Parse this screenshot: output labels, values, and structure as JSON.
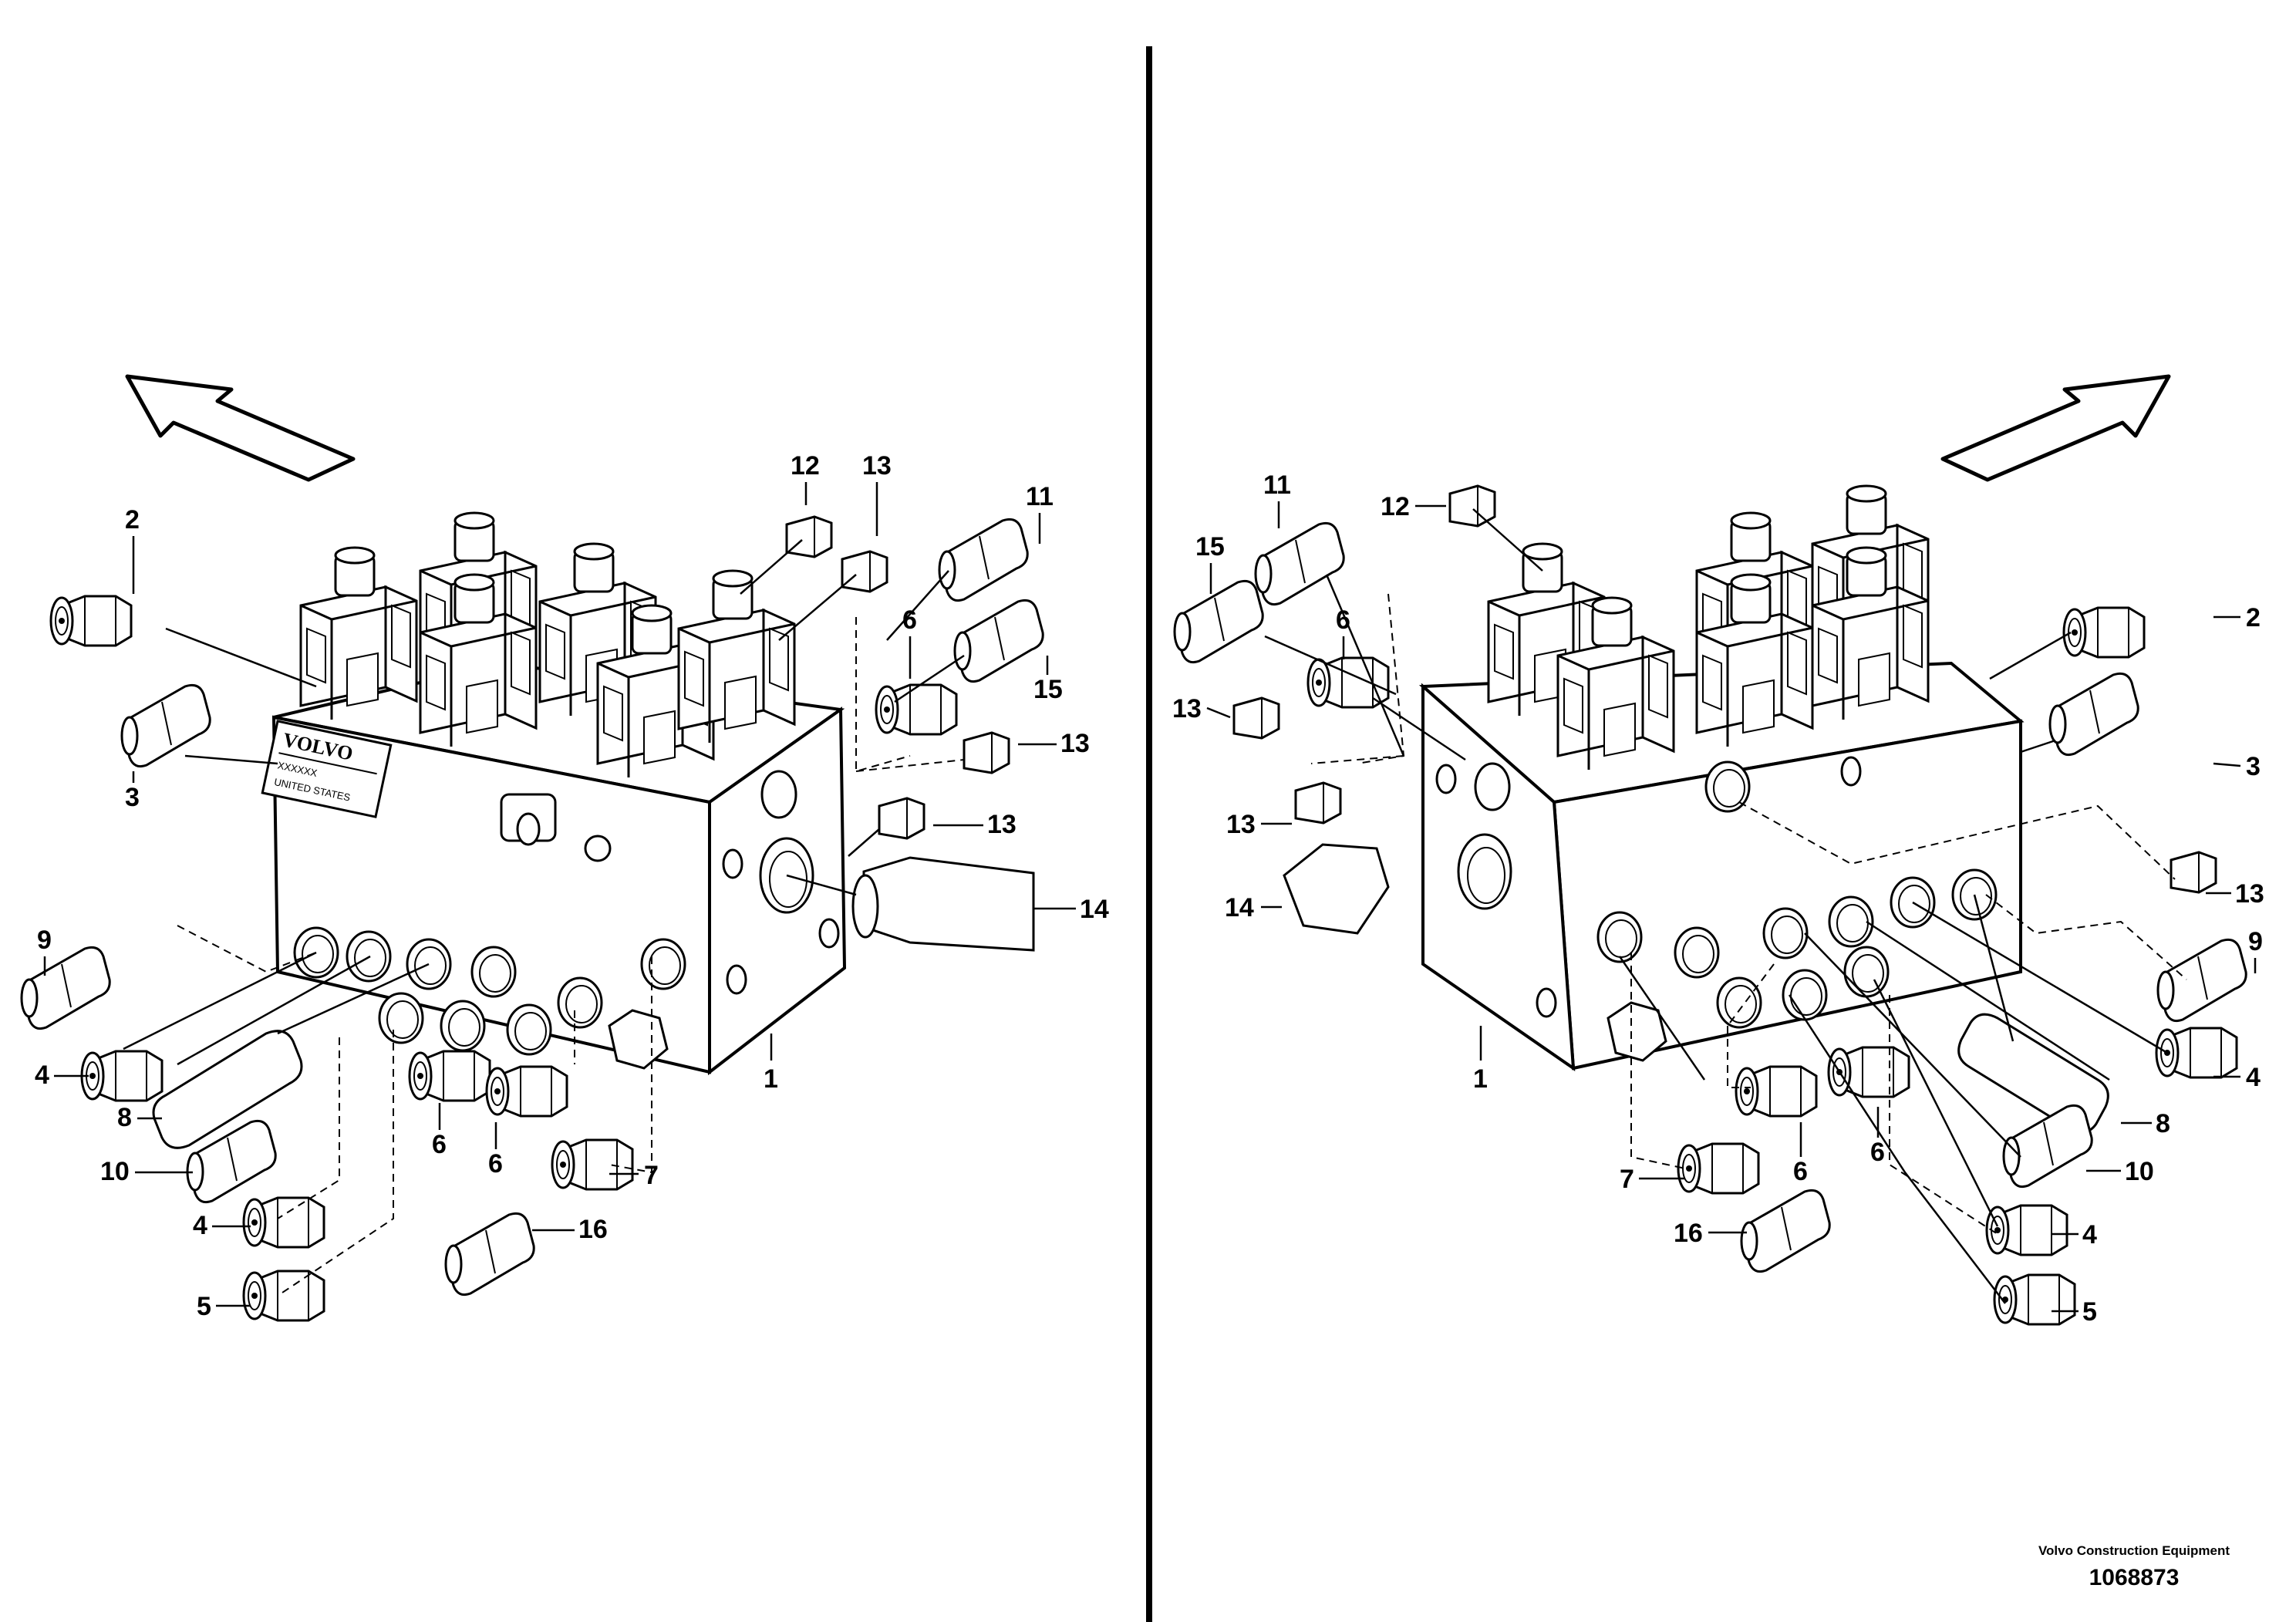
{
  "nameplate": {
    "brand": "VOLVO",
    "serial": "XXXXXX",
    "origin": "UNITED STATES"
  },
  "left_view": {
    "callouts": [
      "1",
      "2",
      "3",
      "4",
      "4",
      "5",
      "6",
      "6",
      "6",
      "7",
      "8",
      "9",
      "10",
      "11",
      "12",
      "13",
      "13",
      "13",
      "14",
      "15",
      "16"
    ]
  },
  "right_view": {
    "callouts": [
      "1",
      "2",
      "3",
      "4",
      "4",
      "5",
      "6",
      "6",
      "6",
      "7",
      "8",
      "9",
      "10",
      "11",
      "12",
      "13",
      "13",
      "13",
      "14",
      "15",
      "16"
    ]
  },
  "credit": {
    "maker": "Volvo Construction Equipment",
    "drawing_number": "1068873"
  }
}
